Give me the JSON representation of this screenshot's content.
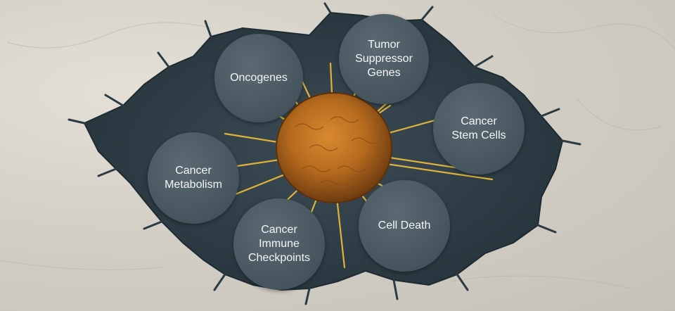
{
  "topics": [
    {
      "id": "oncogenes",
      "label": "Oncogenes"
    },
    {
      "id": "tumor-suppressor-genes",
      "label": "Tumor\nSuppressor\nGenes"
    },
    {
      "id": "cancer-stem-cells",
      "label": "Cancer\nStem Cells"
    },
    {
      "id": "cancer-metabolism",
      "label": "Cancer\nMetabolism"
    },
    {
      "id": "cell-death",
      "label": "Cell Death"
    },
    {
      "id": "cancer-immune-checkpoints",
      "label": "Cancer\nImmune\nCheckpoints"
    }
  ],
  "colors": {
    "background": "#d3cfc7",
    "membrane": "#2f3d46",
    "bubble": "#4a5960",
    "cell_body": "#b36a1c",
    "filaments": "#e0b23a"
  }
}
